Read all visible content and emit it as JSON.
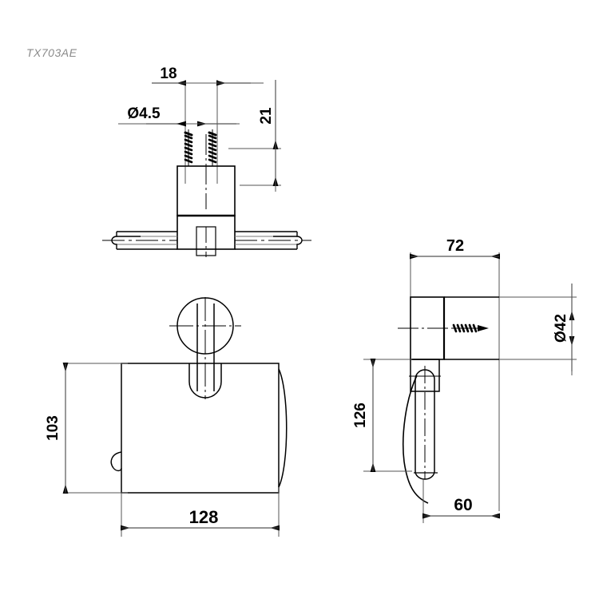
{
  "drawing": {
    "part_label": "TX703AE",
    "label_color": "#8a8a8a",
    "line_color": "#000000",
    "background": "#ffffff",
    "views": {
      "top_detail": {
        "name": "top-mounting-detail"
      },
      "front": {
        "name": "front-elevation"
      },
      "side": {
        "name": "side-elevation"
      }
    },
    "dimensions": {
      "bracket_spacing": "18",
      "hole_diameter": "Ø4.5",
      "bracket_height": "21",
      "cover_height": "103",
      "cover_width": "128",
      "side_depth": "72",
      "post_diameter": "Ø42",
      "side_height": "126",
      "flap_offset": "60"
    }
  }
}
